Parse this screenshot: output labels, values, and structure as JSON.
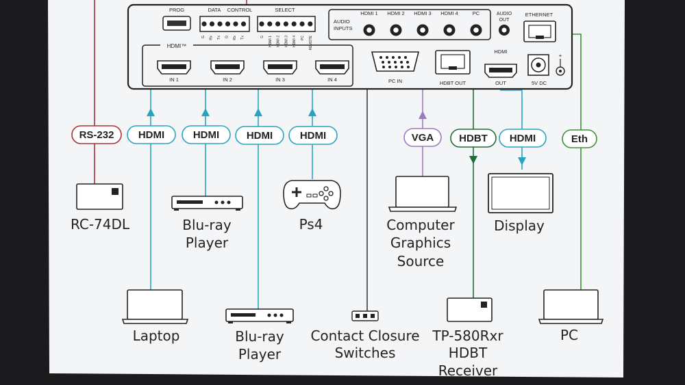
{
  "panel": {
    "prog": "PROG",
    "data": "DATA",
    "control": "CONTROL",
    "select": "SELECT",
    "data_pins": [
      "G",
      "Rx",
      "Tx",
      "G",
      "Rx",
      "Tx"
    ],
    "select_pins": [
      "G",
      "HDMI 1",
      "HDMI 2",
      "HDMI 3",
      "HDMI 4",
      "PC",
      "REMOTE"
    ],
    "hdmi_group": "HDMI™",
    "in1": "IN 1",
    "in2": "IN 2",
    "in3": "IN 3",
    "in4": "IN 4",
    "audio_inputs_1": "AUDIO",
    "audio_inputs_2": "INPUTS",
    "audio_hdmi1": "HDMI 1",
    "audio_hdmi2": "HDMI 2",
    "audio_hdmi3": "HDMI 3",
    "audio_hdmi4": "HDMI 4",
    "audio_pc": "PC",
    "audio_out_1": "AUDIO",
    "audio_out_2": "OUT",
    "ethernet": "ETHERNET",
    "pc_in": "PC IN",
    "hdbt_out": "HDBT OUT",
    "hdmi_out_top": "HDMI",
    "hdmi_out": "OUT",
    "power": "5V DC",
    "plus": "+"
  },
  "pills": {
    "rs232": "RS-232",
    "hdmi1": "HDMI",
    "hdmi2": "HDMI",
    "hdmi3": "HDMI",
    "hdmi4": "HDMI",
    "vga": "VGA",
    "hdbt": "HDBT",
    "hdmi_out": "HDMI",
    "eth": "Eth"
  },
  "devices": {
    "rc74dl": "RC-74DL",
    "bluray_top_1": "Blu-ray",
    "bluray_top_2": "Player",
    "ps4": "Ps4",
    "cgs_1": "Computer",
    "cgs_2": "Graphics",
    "cgs_3": "Source",
    "display": "Display",
    "laptop": "Laptop",
    "bluray_bot_1": "Blu-ray",
    "bluray_bot_2": "Player",
    "ccs_1": "Contact Closure",
    "ccs_2": "Switches",
    "rx_1": "TP-580Rxr",
    "rx_2": "HDBT",
    "rx_3": "Receiver",
    "pc": "PC"
  },
  "colors": {
    "rs232": "#a83236",
    "hdmi": "#2aa3c2",
    "vga": "#9b7bbf",
    "hdbt": "#1f6b3a",
    "eth": "#3f8f3a",
    "contact": "#222222"
  }
}
